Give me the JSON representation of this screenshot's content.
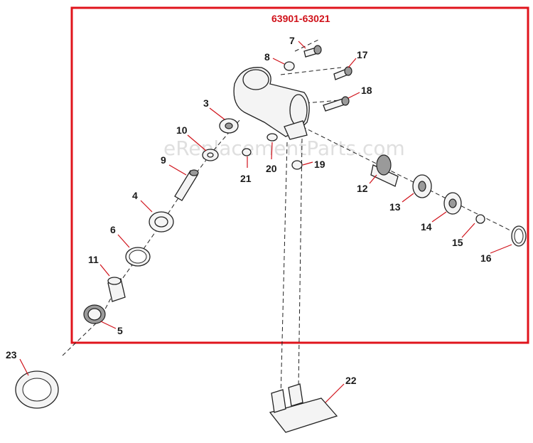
{
  "assembly_title": "63901-63021",
  "watermark": "eReplacementParts.com",
  "frame_color": "#e0141c",
  "leader_color": "#d0121a",
  "callouts": {
    "p3": "3",
    "p4": "4",
    "p5": "5",
    "p6": "6",
    "p7": "7",
    "p8": "8",
    "p9": "9",
    "p10": "10",
    "p11": "11",
    "p12": "12",
    "p13": "13",
    "p14": "14",
    "p15": "15",
    "p16": "16",
    "p17": "17",
    "p18": "18",
    "p19": "19",
    "p20": "20",
    "p21": "21",
    "p22": "22",
    "p23": "23"
  }
}
